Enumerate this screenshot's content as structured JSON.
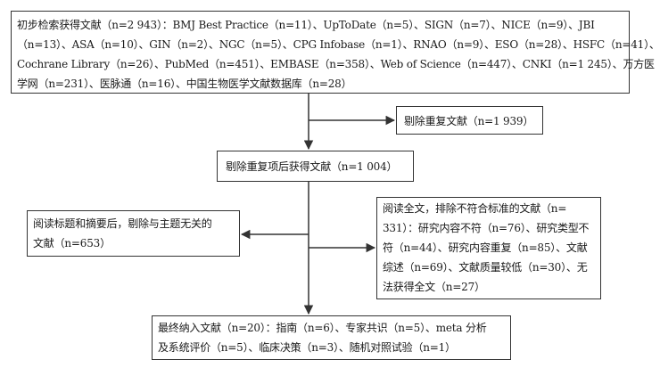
{
  "initial": {
    "lines": [
      "初步检索获得文献（n=2 943）：BMJ Best Practice（n=11）、UpToDate（n=5）、SIGN（n=7）、NICE（n=9）、JBI",
      "（n=13）、ASA（n=10）、GIN（n=2）、NGC（n=5）、CPG Infobase（n=1）、RNAO（n=9）、ESO（n=28）、HSFC（n=41）、",
      "Cochrane Library（n=26）、PubMed（n=451）、EMBASE（n=358）、Web of Science（n=447）、CNKI（n=1 245）、万方医",
      "学网（n=231）、医脉通（n=16）、中国生物医学文献数据库（n=28）"
    ]
  },
  "duplicates": {
    "text": "剔除重复文献（n=1 939）"
  },
  "after_dedup": {
    "text": "剔除重复项后获得文献（n=1 004）"
  },
  "title_exclude": {
    "lines": [
      "阅读标题和摘要后，剔除与主题无关的",
      "文献（n=653）"
    ]
  },
  "fulltext_exclude": {
    "lines": [
      "阅读全文，排除不符合标准的文献（n=",
      "331）：研究内容不符（n=76）、研究类型不",
      "符（n=44）、研究内容重复（n=85）、文献",
      "综述（n=69）、文献质量较低（n=30）、无",
      "法获得全文（n=27）"
    ]
  },
  "final": {
    "lines": [
      "最终纳入文献（n=20）：指南（n=6）、专家共识（n=5）、meta 分析",
      "及系统评价（n=5）、临床决策（n=3）、随机对照试验（n=1）"
    ]
  }
}
